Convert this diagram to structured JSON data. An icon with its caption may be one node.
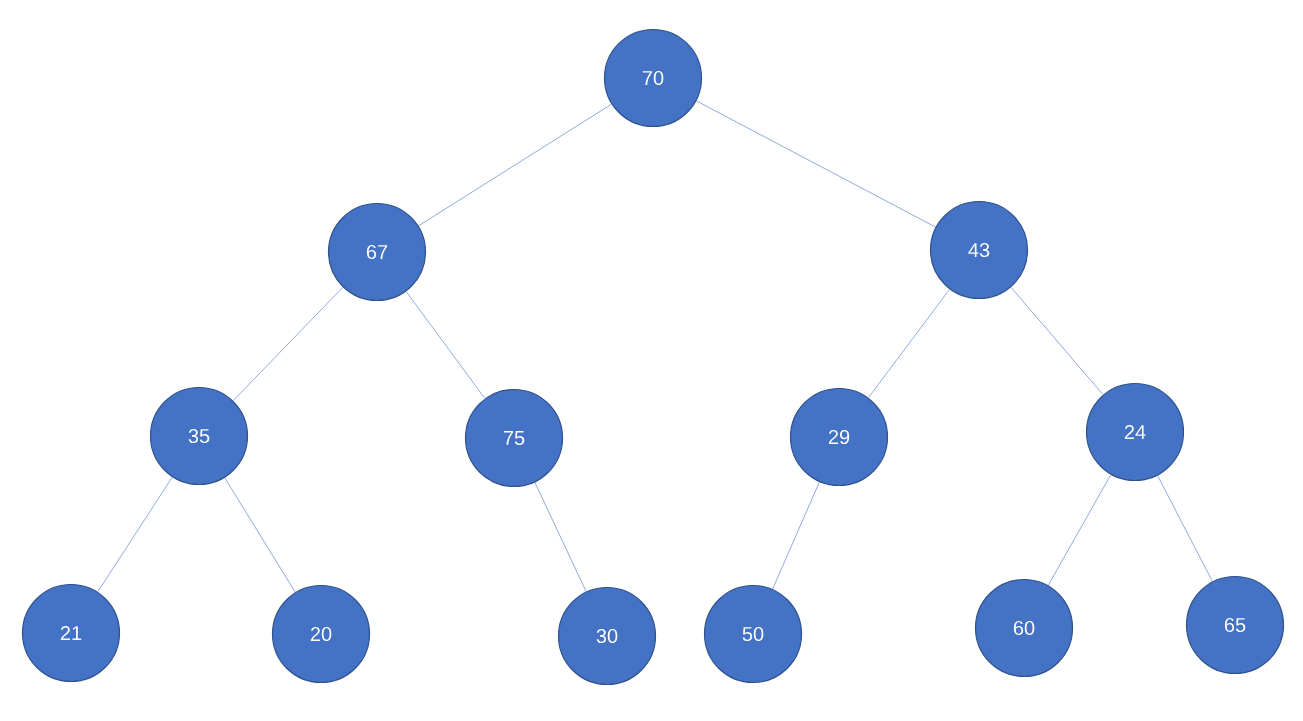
{
  "diagram": {
    "nodes": [
      {
        "text": [
          "70"
        ]
      },
      {
        "text": [
          "67"
        ]
      },
      {
        "text": [
          "43"
        ]
      },
      {
        "text": [
          "35"
        ]
      },
      {
        "text": [
          "75"
        ]
      },
      {
        "text": [
          "29"
        ]
      },
      {
        "text": [
          "24"
        ]
      },
      {
        "text": [
          "21"
        ]
      },
      {
        "text": [
          "20"
        ]
      },
      {
        "text": [
          "30"
        ]
      },
      {
        "text": [
          "50"
        ]
      },
      {
        "text": [
          "60"
        ]
      },
      {
        "text": [
          "65"
        ]
      }
    ],
    "edges": [
      {
        "from": 0,
        "to": 1,
        "arrow": "none"
      },
      {
        "from": 0,
        "to": 2,
        "arrow": "none"
      },
      {
        "from": 1,
        "to": 3,
        "arrow": "none"
      },
      {
        "from": 1,
        "to": 4,
        "arrow": "none"
      },
      {
        "from": 2,
        "to": 5,
        "arrow": "none"
      },
      {
        "from": 2,
        "to": 6,
        "arrow": "none"
      },
      {
        "from": 3,
        "to": 7,
        "arrow": "none"
      },
      {
        "from": 3,
        "to": 8,
        "arrow": "none"
      },
      {
        "from": 4,
        "to": 9,
        "arrow": "none"
      },
      {
        "from": 5,
        "to": 10,
        "arrow": "none"
      },
      {
        "from": 6,
        "to": 11,
        "arrow": "none"
      },
      {
        "from": 6,
        "to": 12,
        "arrow": "none"
      }
    ]
  }
}
